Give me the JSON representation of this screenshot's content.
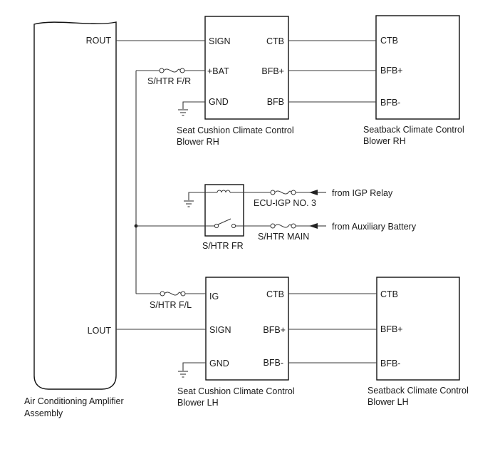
{
  "amplifier": {
    "label_line1": "Air Conditioning Amplifier",
    "label_line2": "Assembly",
    "pin_rout": "ROUT",
    "pin_lout": "LOUT"
  },
  "cushion_rh": {
    "label_line1": "Seat Cushion Climate Control",
    "label_line2": "Blower RH",
    "pins": [
      "SIGN",
      "+BAT",
      "GND",
      "CTB",
      "BFB+",
      "BFB"
    ]
  },
  "seatback_rh": {
    "label_line1": "Seatback Climate Control",
    "label_line2": "Blower RH",
    "pins": [
      "CTB",
      "BFB+",
      "BFB-"
    ]
  },
  "cushion_lh": {
    "label_line1": "Seat Cushion Climate Control",
    "label_line2": "Blower LH",
    "pins": [
      "IG",
      "SIGN",
      "GND",
      "CTB",
      "BFB+",
      "BFB-"
    ]
  },
  "seatback_lh": {
    "label_line1": "Seatback Climate Control",
    "label_line2": "Blower LH",
    "pins": [
      "CTB",
      "BFB+",
      "BFB-"
    ]
  },
  "relay": {
    "label": "S/HTR FR"
  },
  "fuses": {
    "shtr_fr": "S/HTR F/R",
    "shtr_fl": "S/HTR F/L",
    "ecu_igp": "ECU-IGP NO. 3",
    "shtr_main": "S/HTR MAIN"
  },
  "sources": {
    "igp_relay": "from IGP Relay",
    "aux_battery": "from Auxiliary Battery"
  }
}
